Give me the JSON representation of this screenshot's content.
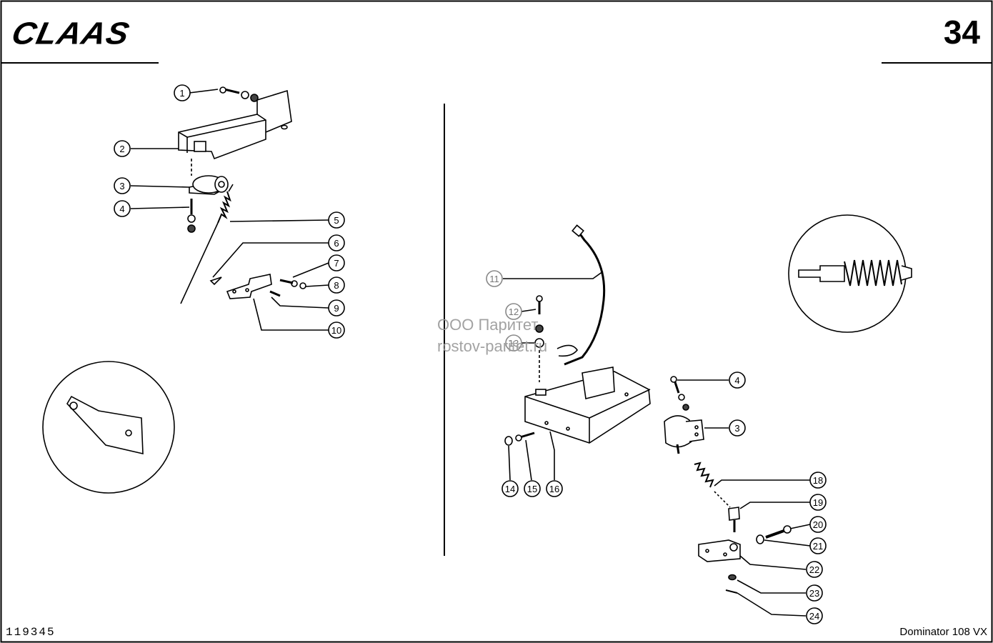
{
  "header": {
    "brand": "CLAAS",
    "page_number": "34"
  },
  "footer": {
    "document_number": "119345",
    "model": "Dominator 108 VX"
  },
  "watermark": {
    "line1": "ООО Паритет",
    "line2": "rostov-paritet.ru"
  },
  "callouts_left": [
    "1",
    "2",
    "3",
    "4",
    "5",
    "6",
    "7",
    "8",
    "9",
    "10"
  ],
  "callouts_right": [
    "11",
    "12",
    "13",
    "14",
    "15",
    "16",
    "4",
    "3",
    "18",
    "19",
    "20",
    "21",
    "22",
    "23",
    "24"
  ]
}
